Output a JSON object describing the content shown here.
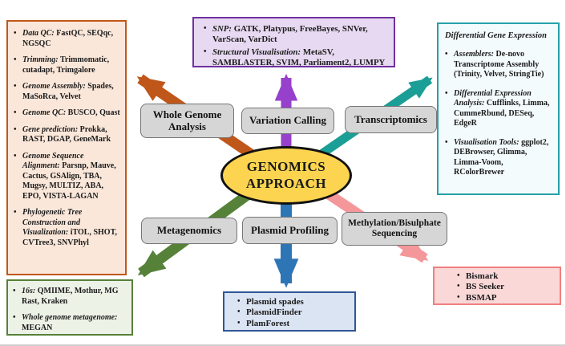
{
  "center": {
    "title_line1": "GENOMICS",
    "title_line2": "APPROACH"
  },
  "branch_labels": {
    "whole_genome_analysis": "Whole Genome Analysis",
    "variation_calling": "Variation Calling",
    "transcriptomics": "Transcriptomics",
    "metagenomics": "Metagenomics",
    "plasmid_profiling": "Plasmid Profiling",
    "methylation": "Methylation/Bisulphate Sequencing"
  },
  "tool_boxes": {
    "whole_genome": {
      "items": [
        {
          "lead": "Data QC:",
          "rest": " FastQC, SEQqc, NGSQC"
        },
        {
          "lead": "Trimming:",
          "rest": " Trimmomatic, cutadapt, Trimgalore"
        },
        {
          "lead": "Genome Assembly:",
          "rest": " Spades, MaSoRca, Velvet"
        },
        {
          "lead": "Genome QC:",
          "rest": " BUSCO, Quast"
        },
        {
          "lead": "Gene prediction:",
          "rest": " Prokka, RAST, DGAP, GeneMark"
        },
        {
          "lead": "Genome Sequence Alignment:",
          "rest": " Parsnp, Mauve, Cactus, GSAlign, TBA, Mugsy, MULTIZ, ABA, EPO, VISTA-LAGAN"
        },
        {
          "lead": "Phylogenetic Tree Construction and Visualization:",
          "rest": " iTOL, SHOT, CVTree3, SNVPhyl"
        }
      ]
    },
    "variation_calling": {
      "items": [
        {
          "lead": "SNP:",
          "rest": " GATK, Platypus, FreeBayes, SNVer, VarScan, VarDict"
        },
        {
          "lead": "Structural Visualisation:",
          "rest": " MetaSV, SAMBLASTER, SVIM, Parliament2, LUMPY"
        }
      ]
    },
    "transcriptomics": {
      "title": "Differential Gene Expression",
      "items": [
        {
          "lead": "Assemblers:",
          "rest": " De-novo Transcriptome Assembly (Trinity, Velvet, StringTie)"
        },
        {
          "lead": "Differential Expression Analysis:",
          "rest": " Cufflinks, Limma, CummeRbund, DESeq, EdgeR"
        },
        {
          "lead": "Visualisation Tools:",
          "rest": " ggplot2, DEBrowser, Glimma, Limma-Voom, RColorBrewer"
        }
      ]
    },
    "metagenomics": {
      "items": [
        {
          "lead": "16s:",
          "rest": " QMIIME, Mothur, MG Rast, Kraken"
        },
        {
          "lead": "Whole genome metagenome:",
          "rest": " MEGAN"
        }
      ]
    },
    "plasmid": {
      "items": [
        {
          "lead": "",
          "rest": "Plasmid spades"
        },
        {
          "lead": "",
          "rest": "PlasmidFinder"
        },
        {
          "lead": "",
          "rest": "PlamForest"
        }
      ]
    },
    "methylation": {
      "items": [
        {
          "lead": "",
          "rest": "Bismark"
        },
        {
          "lead": "",
          "rest": "BS Seeker"
        },
        {
          "lead": "",
          "rest": "BSMAP"
        }
      ]
    }
  },
  "colors": {
    "center_fill": "#fcd44f",
    "whole_genome_accent": "#c0571a",
    "variation_arrow": "#9640cc",
    "variation_border": "#7030a0",
    "transcriptomics_arrow": "#1a9e96",
    "transcriptomics_border": "#25a2a8",
    "metagenomics_accent": "#568139",
    "plasmid_arrow": "#2e75b6",
    "plasmid_border": "#2f5597",
    "methylation_arrow": "#f4979b",
    "methylation_border": "#ef7f7f",
    "label_fill": "#d6d6d6"
  }
}
